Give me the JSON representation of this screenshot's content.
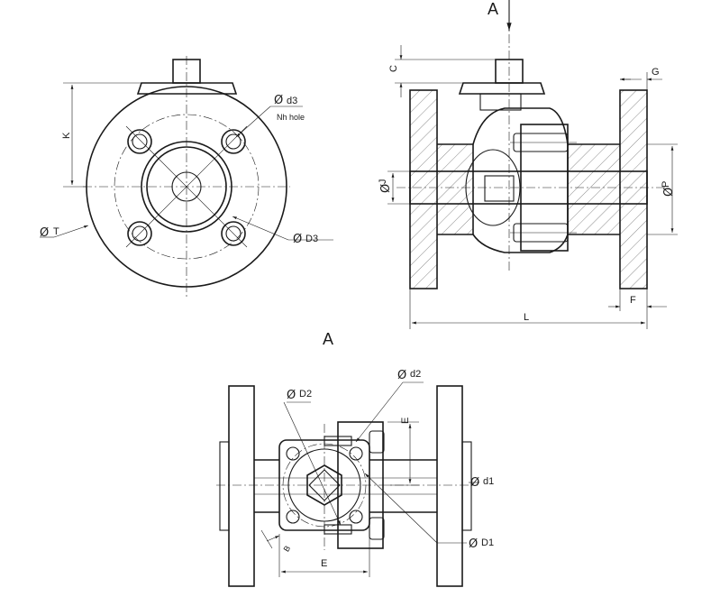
{
  "view_marker": "A",
  "view_title": "A",
  "diameter_symbol": "Ø",
  "front_view": {
    "d3": "d3",
    "nh_hole": "Nh hole",
    "K": "K",
    "T": "T",
    "D3": "D3"
  },
  "side_view": {
    "C": "C",
    "G": "G",
    "J": "J",
    "P": "P",
    "F": "F",
    "L": "L"
  },
  "top_view": {
    "D2": "D2",
    "d2": "d2",
    "d1": "d1",
    "D1": "D1",
    "B": "B",
    "E_vertical": "E",
    "E_horizontal": "E"
  }
}
